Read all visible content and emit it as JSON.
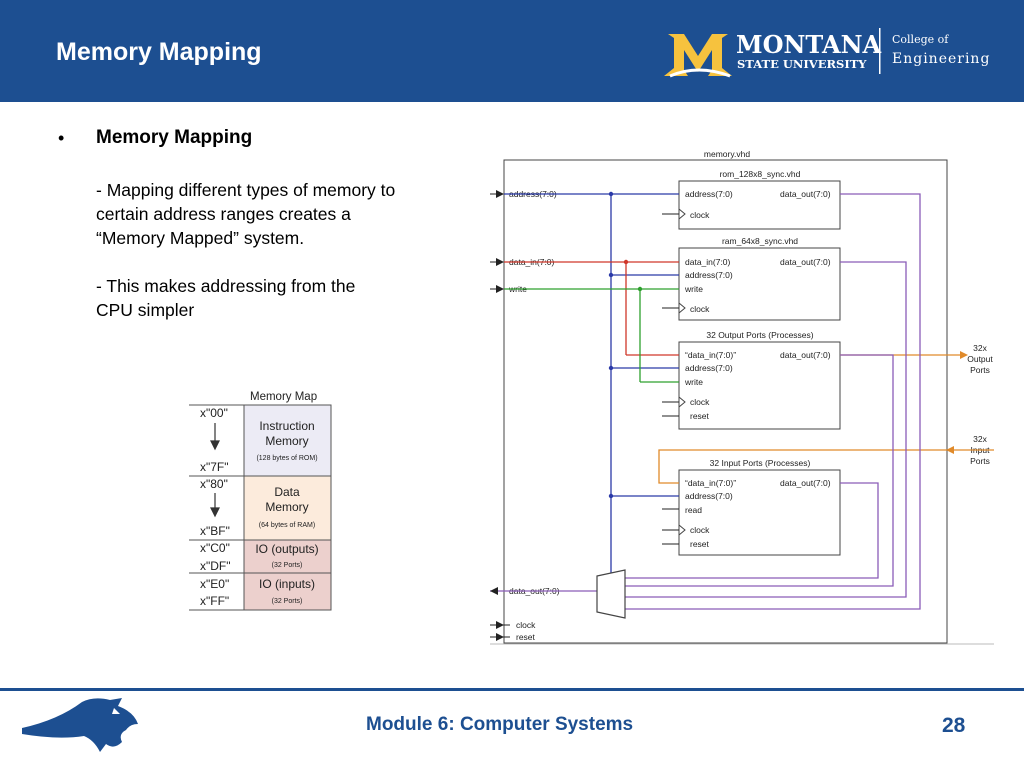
{
  "header": {
    "title": "Memory Mapping",
    "logo_main": "MONTANA",
    "logo_sub": "STATE UNIVERSITY",
    "college_of": "College of",
    "college_name": "Engineering",
    "logo_letter": "M"
  },
  "content": {
    "bullet": "•",
    "heading": "Memory Mapping",
    "para1": [
      "- Mapping different types of memory to",
      "certain address ranges creates a",
      "“Memory Mapped” system."
    ],
    "para2": [
      "- This makes addressing from the",
      "CPU simpler"
    ]
  },
  "memory_map": {
    "title": "Memory Map",
    "addresses": [
      "x\"00\"",
      "x\"7F\"",
      "x\"80\"",
      "x\"BF\"",
      "x\"C0\"",
      "x\"DF\"",
      "x\"E0\"",
      "x\"FF\""
    ],
    "blocks": [
      {
        "label1": "Instruction",
        "label2": "Memory",
        "note": "(128 bytes of ROM)",
        "color": "#ecebf5"
      },
      {
        "label1": "Data",
        "label2": "Memory",
        "note": "(64 bytes of RAM)",
        "color": "#fcebdc"
      },
      {
        "label1": "IO (outputs)",
        "label2": "",
        "note": "(32 Ports)",
        "color": "#ecd0cd"
      },
      {
        "label1": "IO (inputs)",
        "label2": "",
        "note": "(32 Ports)",
        "color": "#ecd0cd"
      }
    ]
  },
  "diagram": {
    "top_title": "memory.vhd",
    "ports_in": [
      "address(7:0)",
      "data_in(7:0)",
      "write"
    ],
    "ports_out": [
      "data_out(7:0)"
    ],
    "ports_ctrl": [
      "clock",
      "reset"
    ],
    "rom": {
      "title": "rom_128x8_sync.vhd",
      "ins": [
        "address(7:0)",
        "clock"
      ],
      "out": "data_out(7:0)"
    },
    "ram": {
      "title": "ram_64x8_sync.vhd",
      "ins": [
        "data_in(7:0)",
        "address(7:0)",
        "write",
        "clock"
      ],
      "out": "data_out(7:0)"
    },
    "outp": {
      "title": "32 Output Ports (Processes)",
      "ins": [
        "“data_in(7:0)”",
        "address(7:0)",
        "write",
        "clock",
        "reset"
      ],
      "out": "data_out(7:0)"
    },
    "inp": {
      "title": "32 Input Ports (Processes)",
      "ins": [
        "“data_in(7:0)”",
        "address(7:0)",
        "read",
        "clock",
        "reset"
      ],
      "out": "data_out(7:0)"
    },
    "ext_out": [
      "32x",
      "Output",
      "Ports"
    ],
    "ext_in": [
      "32x",
      "Input",
      "Ports"
    ],
    "colors": {
      "address": "#2b3aa8",
      "data_in": "#d0372a",
      "write": "#2ea02e",
      "data_out": "#8a5cb8",
      "io": "#e08a2a"
    }
  },
  "footer": {
    "module": "Module 6: Computer Systems",
    "page": "28"
  }
}
